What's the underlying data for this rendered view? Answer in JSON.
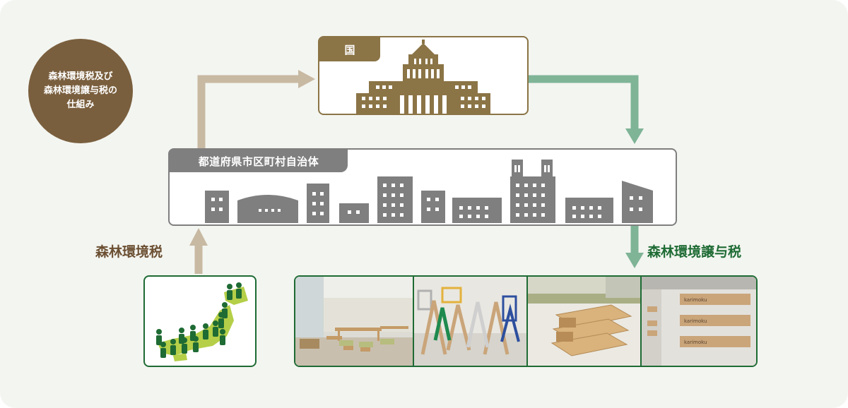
{
  "circle": {
    "line1": "森林環境税及び",
    "line2": "森林環境譲与税の",
    "line3": "仕組み"
  },
  "nodes": {
    "kuni": "国",
    "municipalities": "都道府県市区町村自治体"
  },
  "flows": {
    "tax": "森林環境税",
    "transfer_tax": "森林環境譲与税"
  },
  "photos": {
    "sign_text_1": "karimoku",
    "sign_text_2": "karimoku",
    "sign_text_3": "karimoku"
  },
  "colors": {
    "brown": "#7a5f3e",
    "gold": "#8b7446",
    "gray": "#7f7f7f",
    "tax_arrow": "#c8b9a3",
    "transfer_arrow": "#7fb497",
    "green": "#1e6b34"
  }
}
